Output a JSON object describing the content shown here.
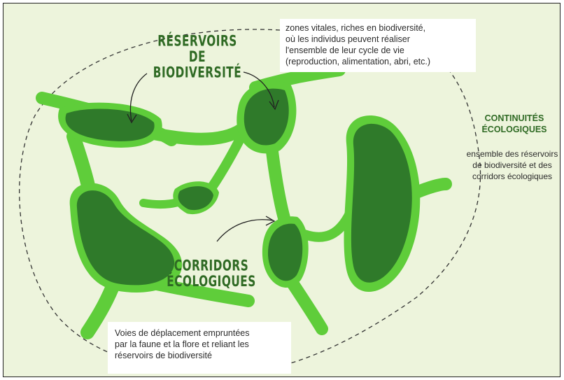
{
  "colors": {
    "background": "#edf4dc",
    "corridor_green": "#5fcd3a",
    "reservoir_green": "#2f7a2a",
    "label_green": "#2f6a24"
  },
  "reservoirs_label": [
    "RÉSERVOIRS",
    "DE",
    "BIODIVERSITÉ"
  ],
  "corridors_label": [
    "CORRIDORS",
    "ÉCOLOGIQUES"
  ],
  "reservoirs_note": [
    "zones vitales, riches en biodiversité,",
    "où les individus peuvent réaliser",
    "l'ensemble de leur cycle de vie",
    "(reproduction, alimentation, abri, etc.)"
  ],
  "corridors_note": [
    "Voies de déplacement empruntées",
    "par la faune et la flore et reliant les",
    "réservoirs de biodiversité"
  ],
  "continuites_title": [
    "CONTINUITÉS",
    "ÉCOLOGIQUES"
  ],
  "continuites_desc": [
    "ensemble des réservoirs",
    "de biodiversité et des",
    "corridors écologiques"
  ]
}
